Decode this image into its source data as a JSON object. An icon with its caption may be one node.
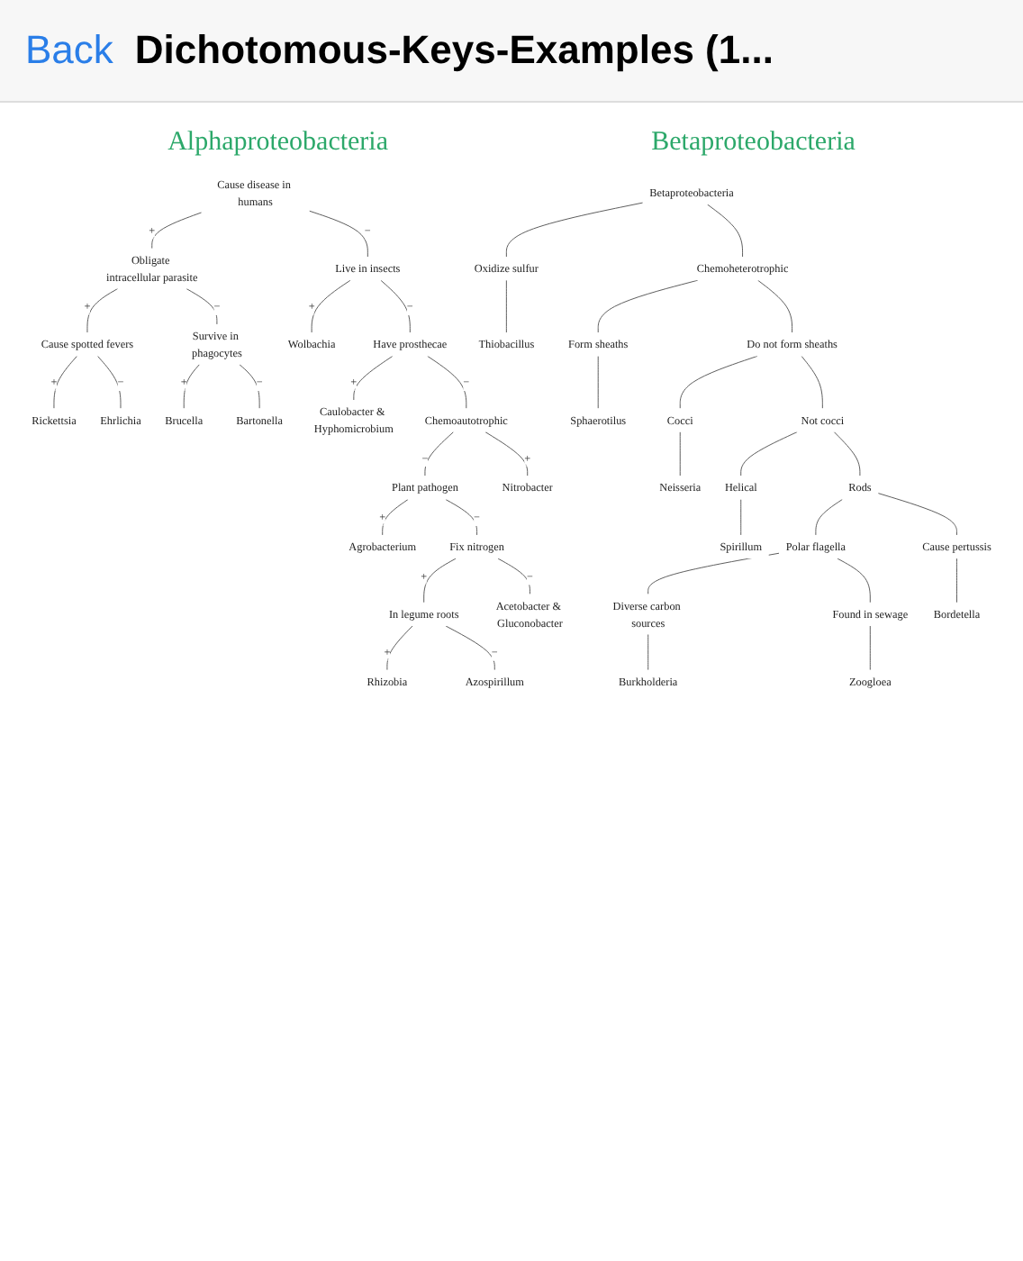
{
  "diagram": {
    "title": "Dichotomous-Keys-Examples (1...",
    "nodes": [
      {
        "text": [
          "Cause disease in humans"
        ]
      },
      {
        "text": [
          "Obligate intracellular parasite"
        ]
      },
      {
        "text": [
          "Live in insects"
        ]
      },
      {
        "text": [
          "Cause spotted fevers"
        ]
      },
      {
        "text": [
          "Survive in phagocytes"
        ]
      },
      {
        "text": [
          "Wolbachia"
        ]
      },
      {
        "text": [
          "Have prosthecae"
        ]
      },
      {
        "text": [
          "Rickettsia"
        ]
      },
      {
        "text": [
          "Ehrlichia"
        ]
      },
      {
        "text": [
          "Brucella"
        ]
      },
      {
        "text": [
          "Bartonella"
        ]
      },
      {
        "text": [
          "Caulobacter & Hyphomicrobium"
        ]
      },
      {
        "text": [
          "Chemoautotrophic"
        ]
      },
      {
        "text": [
          "Plant pathogen"
        ]
      },
      {
        "text": [
          "Nitrobacter"
        ]
      },
      {
        "text": [
          "Agrobacterium"
        ]
      },
      {
        "text": [
          "Fix nitrogen"
        ]
      },
      {
        "text": [
          "In legume roots"
        ]
      },
      {
        "text": [
          "Acetobacter & Gluconobacter"
        ]
      },
      {
        "text": [
          "Rhizobia"
        ]
      },
      {
        "text": [
          "Azospirillum"
        ]
      },
      {
        "text": [
          "Betaproteobacteria"
        ]
      },
      {
        "text": [
          "Oxidize sulfur"
        ]
      },
      {
        "text": [
          "Chemoheterotrophic"
        ]
      },
      {
        "text": [
          "Thiobacillus"
        ]
      },
      {
        "text": [
          "Form sheaths"
        ]
      },
      {
        "text": [
          "Do not form sheaths"
        ]
      },
      {
        "text": [
          "Sphaerotilus"
        ]
      },
      {
        "text": [
          "Cocci"
        ]
      },
      {
        "text": [
          "Not cocci"
        ]
      },
      {
        "text": [
          "Neisseria"
        ]
      },
      {
        "text": [
          "Helical"
        ]
      },
      {
        "text": [
          "Rods"
        ]
      },
      {
        "text": [
          "Spirillum"
        ]
      },
      {
        "text": [
          "Polar flagella"
        ]
      },
      {
        "text": [
          "Cause pertussis"
        ]
      },
      {
        "text": [
          "Diverse carbon sources"
        ]
      },
      {
        "text": [
          "Found in sewage"
        ]
      },
      {
        "text": [
          "Bordetella"
        ]
      },
      {
        "text": [
          "Burkholderia"
        ]
      },
      {
        "text": [
          "Zoogloea"
        ]
      }
    ],
    "edges": [
      {
        "from": 0,
        "to": 1,
        "arrow": "none",
        "label": "+"
      },
      {
        "from": 0,
        "to": 2,
        "arrow": "none",
        "label": "−"
      },
      {
        "from": 1,
        "to": 3,
        "arrow": "none",
        "label": "+"
      },
      {
        "from": 1,
        "to": 4,
        "arrow": "none",
        "label": "−"
      },
      {
        "from": 2,
        "to": 5,
        "arrow": "none",
        "label": "+"
      },
      {
        "from": 2,
        "to": 6,
        "arrow": "none",
        "label": "−"
      },
      {
        "from": 3,
        "to": 7,
        "arrow": "none",
        "label": "+"
      },
      {
        "from": 3,
        "to": 8,
        "arrow": "none",
        "label": "−"
      },
      {
        "from": 4,
        "to": 9,
        "arrow": "none",
        "label": "+"
      },
      {
        "from": 4,
        "to": 10,
        "arrow": "none",
        "label": "−"
      },
      {
        "from": 6,
        "to": 11,
        "arrow": "none",
        "label": "+"
      },
      {
        "from": 6,
        "to": 12,
        "arrow": "none",
        "label": "−"
      },
      {
        "from": 12,
        "to": 13,
        "arrow": "none",
        "label": "−"
      },
      {
        "from": 12,
        "to": 14,
        "arrow": "none",
        "label": "+"
      },
      {
        "from": 13,
        "to": 15,
        "arrow": "none",
        "label": "+"
      },
      {
        "from": 13,
        "to": 16,
        "arrow": "none",
        "label": "−"
      },
      {
        "from": 16,
        "to": 17,
        "arrow": "none",
        "label": "+"
      },
      {
        "from": 16,
        "to": 18,
        "arrow": "none",
        "label": "−"
      },
      {
        "from": 17,
        "to": 19,
        "arrow": "none",
        "label": "+"
      },
      {
        "from": 17,
        "to": 20,
        "arrow": "none",
        "label": "−"
      },
      {
        "from": 21,
        "to": 22,
        "arrow": "none"
      },
      {
        "from": 21,
        "to": 23,
        "arrow": "none"
      },
      {
        "from": 22,
        "to": 24,
        "arrow": "none"
      },
      {
        "from": 23,
        "to": 25,
        "arrow": "none"
      },
      {
        "from": 23,
        "to": 26,
        "arrow": "none"
      },
      {
        "from": 25,
        "to": 27,
        "arrow": "none"
      },
      {
        "from": 26,
        "to": 28,
        "arrow": "none"
      },
      {
        "from": 26,
        "to": 29,
        "arrow": "none"
      },
      {
        "from": 28,
        "to": 30,
        "arrow": "none"
      },
      {
        "from": 29,
        "to": 31,
        "arrow": "none"
      },
      {
        "from": 29,
        "to": 32,
        "arrow": "none"
      },
      {
        "from": 31,
        "to": 33,
        "arrow": "none"
      },
      {
        "from": 32,
        "to": 34,
        "arrow": "none"
      },
      {
        "from": 32,
        "to": 35,
        "arrow": "none"
      },
      {
        "from": 34,
        "to": 36,
        "arrow": "none"
      },
      {
        "from": 34,
        "to": 37,
        "arrow": "none"
      },
      {
        "from": 35,
        "to": 38,
        "arrow": "none"
      },
      {
        "from": 36,
        "to": 39,
        "arrow": "none"
      },
      {
        "from": 37,
        "to": 40,
        "arrow": "none"
      }
    ],
    "labels": [
      "Back",
      "Alphaproteobacteria",
      "Betaproteobacteria"
    ]
  }
}
